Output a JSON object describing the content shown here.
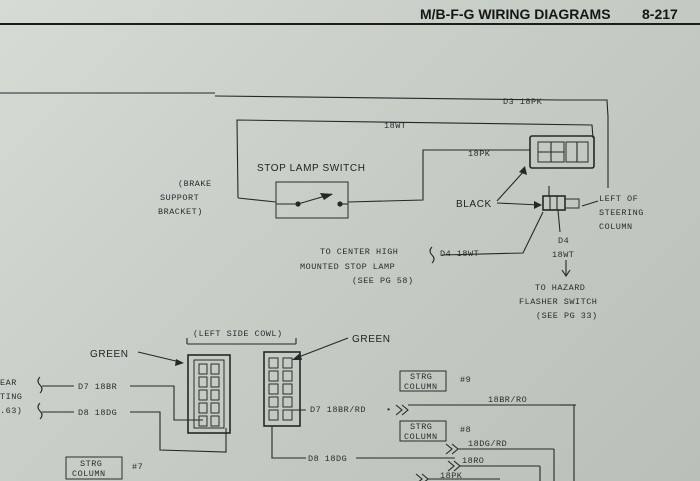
{
  "header": {
    "title": "M/B-F-G WIRING DIAGRAMS",
    "page_number": "8-217"
  },
  "wires": {
    "d3": "D3 18PK",
    "top": "18WT",
    "pk": "18PK",
    "d4": "D4 18WT",
    "d4_code": "D4",
    "d4_gauge": "18WT"
  },
  "components": {
    "stop_lamp_switch": "STOP LAMP SWITCH",
    "brake_bracket": [
      "(BRAKE",
      "SUPPORT",
      "BRACKET)"
    ],
    "black": "BLACK",
    "left_of_column": [
      "LEFT OF",
      "STEERING",
      "COLUMN"
    ],
    "to_center_high": [
      "TO CENTER HIGH",
      "MOUNTED STOP LAMP",
      "(SEE PG 58)"
    ],
    "to_hazard": [
      "TO HAZARD",
      "FLASHER SWITCH",
      "(SEE PG 33)"
    ],
    "left_side_cowl": "(LEFT SIDE COWL)",
    "green_left": "GREEN",
    "green_right": "GREEN"
  },
  "lower": {
    "rear_fragment": [
      "EAR",
      "TING",
      ".63)"
    ],
    "d7": "D7 18BR",
    "d8": "D8 18DG",
    "strg_column": [
      "STRG",
      "COLUMN"
    ],
    "ref7": "#7",
    "ref9": "#9",
    "ref8": "#8",
    "d7_rd": "D7 18BR/RD",
    "d8_dg": "D8 18DG",
    "w_br_ro": "18BR/RO",
    "w_dg_ro": "18DG/RD",
    "w_ro": "18RO",
    "w_pk": "18PK"
  }
}
